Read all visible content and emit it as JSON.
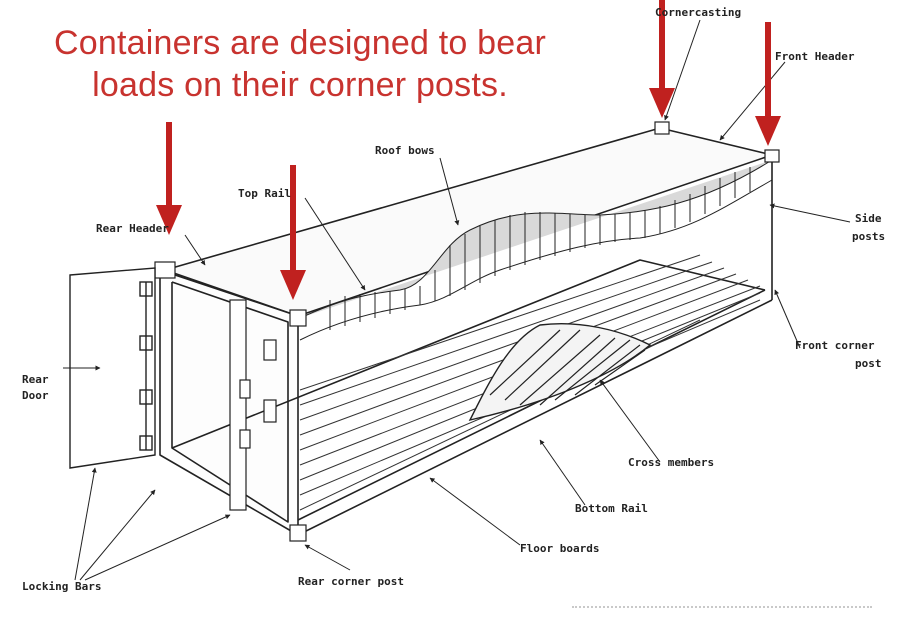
{
  "headline": {
    "line1": "Containers are designed to bear",
    "line2": "loads on their corner posts."
  },
  "labels": {
    "corner_casting": "Cornercasting",
    "front_header": "Front Header",
    "roof_bows": "Roof bows",
    "top_rail": "Top Rail",
    "rear_header": "Rear Header",
    "side_posts_1": "Side",
    "side_posts_2": "posts",
    "rear_door_1": "Rear",
    "rear_door_2": "Door",
    "front_corner_post_1": "Front corner",
    "front_corner_post_2": "post",
    "cross_members": "Cross members",
    "bottom_rail": "Bottom Rail",
    "floor_boards": "Floor boards",
    "rear_corner_post": "Rear corner post",
    "locking_bars": "Locking Bars"
  },
  "colors": {
    "headline": "#c8332f",
    "arrow": "#c0211f",
    "line": "#222222"
  }
}
